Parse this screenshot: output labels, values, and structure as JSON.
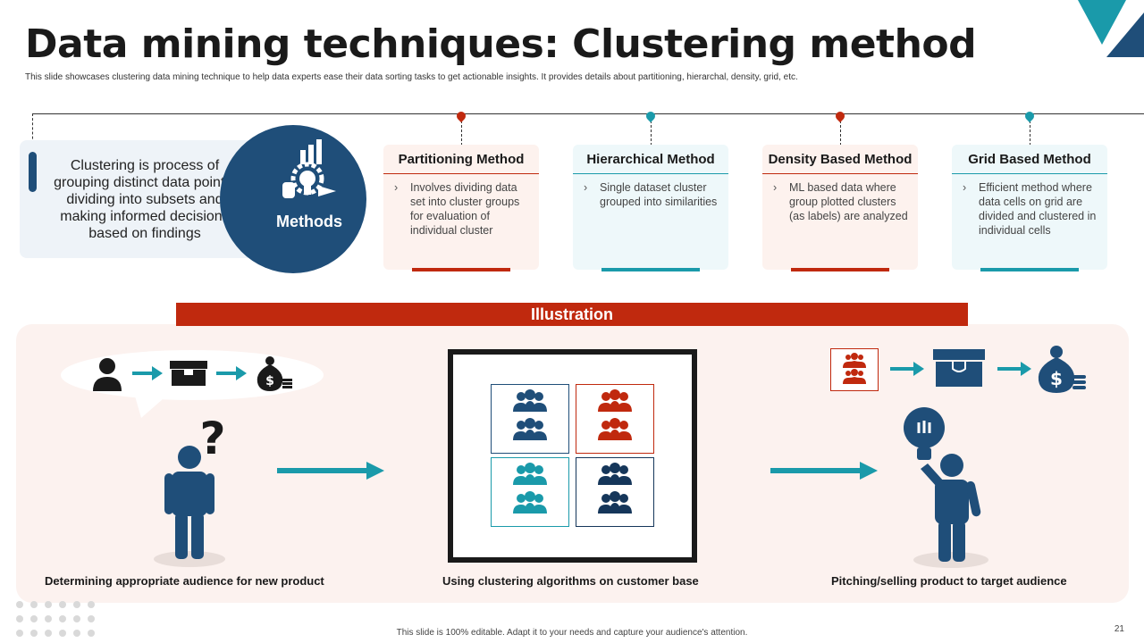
{
  "title": "Data mining techniques: Clustering method",
  "subtitle": "This slide showcases clustering data mining technique to help data experts ease their data sorting tasks to get actionable insights. It provides details about partitioning, hierarchal, density, grid, etc.",
  "intro_text": "Clustering is process of grouping distinct data points, dividing into subsets and making informed decisions based on findings",
  "methods_label": "Methods",
  "methods": [
    {
      "title": "Partitioning Method",
      "body": "Involves dividing data set into cluster groups for evaluation of individual cluster"
    },
    {
      "title": "Hierarchical Method",
      "body": "Single dataset cluster grouped into similarities"
    },
    {
      "title": "Density Based Method",
      "body": "ML based data where group plotted clusters (as labels) are analyzed"
    },
    {
      "title": "Grid Based Method",
      "body": "Efficient method where data cells on grid are divided and clustered in individual cells"
    }
  ],
  "illustration_label": "Illustration",
  "captions": [
    "Determining appropriate audience for new product",
    "Using clustering algorithms on customer base",
    "Pitching/selling product to target audience"
  ],
  "colors": {
    "navy": "#1f4e79",
    "teal": "#1a9aaa",
    "red": "#c0290e",
    "dark": "#1a1a1a"
  },
  "footer": "This slide is 100% editable. Adapt it to your needs and capture your audience's attention.",
  "page_number": "21"
}
